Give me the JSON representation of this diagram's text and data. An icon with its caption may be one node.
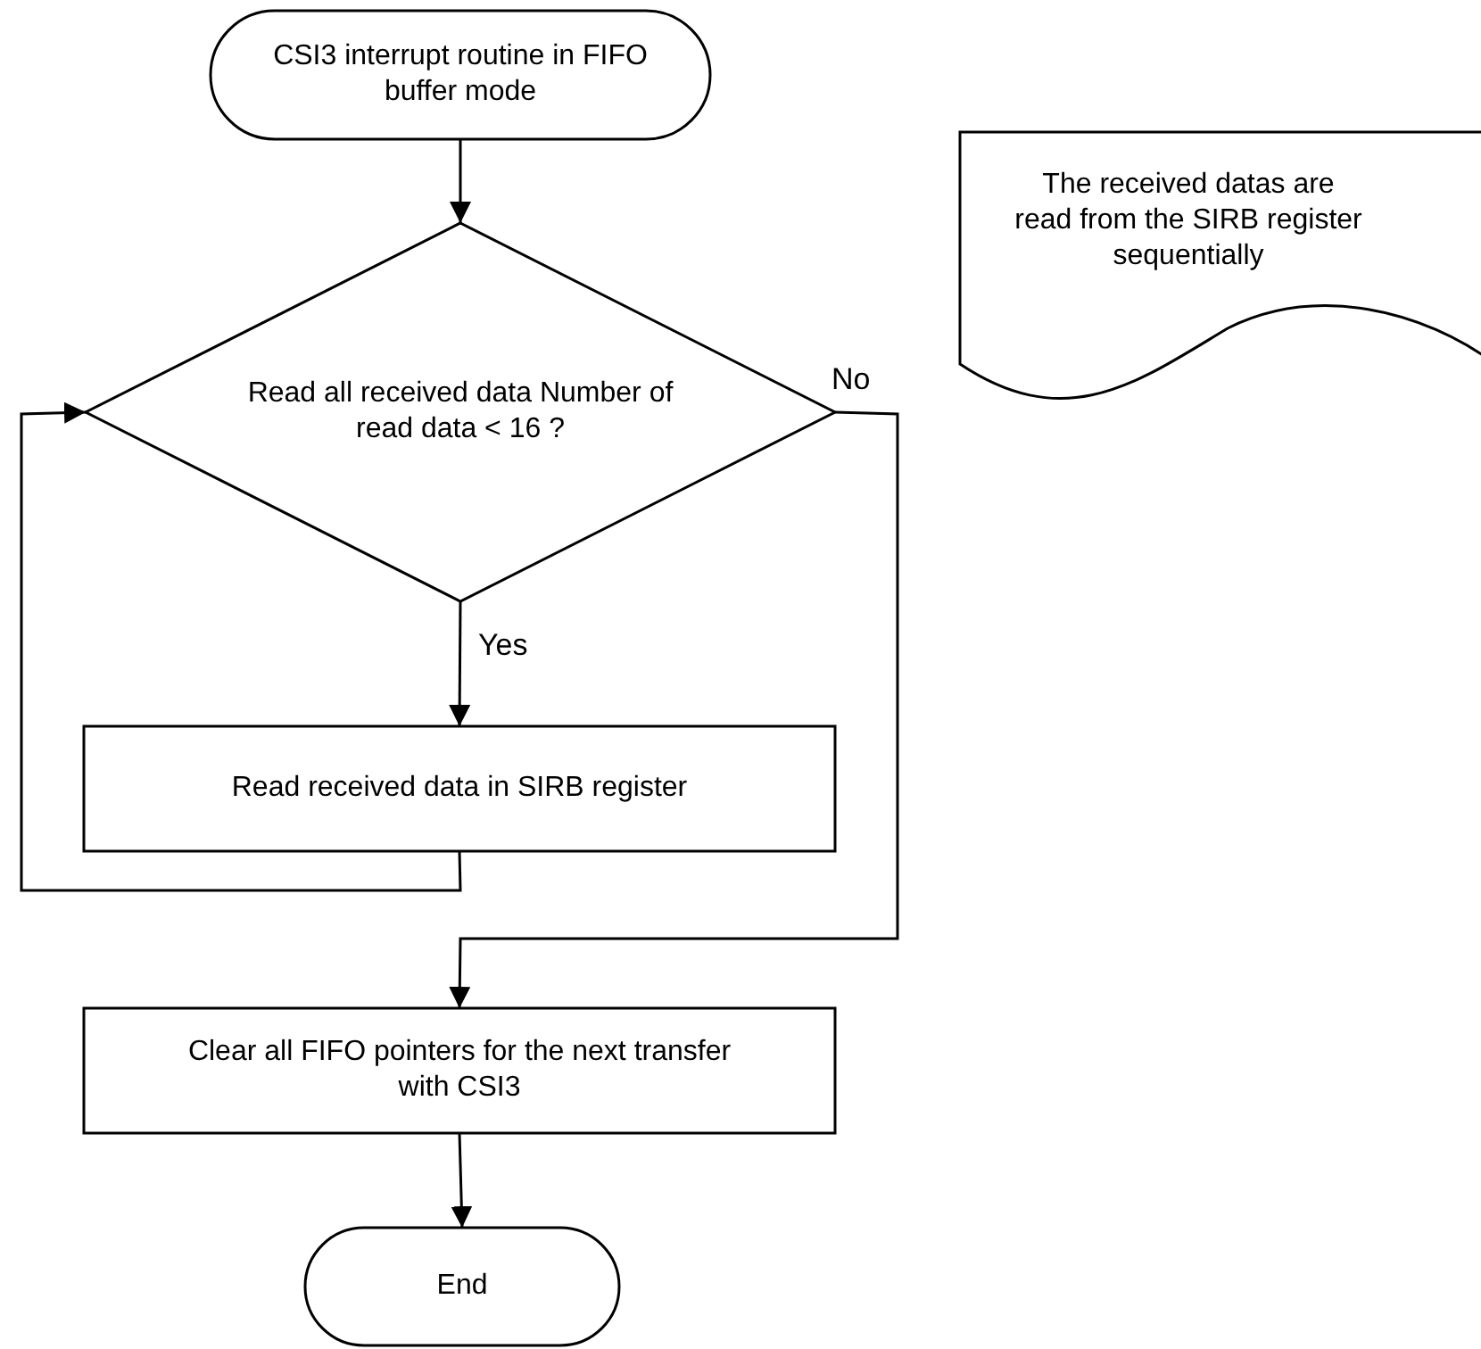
{
  "diagram": {
    "nodes": [
      {
        "text": [
          "CSI3 interrupt routine in FIFO buffer mode"
        ]
      },
      {
        "text": [
          "Read all received data Number of  read data < 16 ?"
        ]
      },
      {
        "text": [
          "Read received data in SIRB register"
        ]
      },
      {
        "text": [
          "Clear all FIFO pointers for the next transfer with CSI3"
        ]
      },
      {
        "text": [
          "End"
        ]
      },
      {
        "text": [
          "The received datas are read from the SIRB register sequentially"
        ]
      }
    ],
    "edges": [
      {
        "from": 0,
        "to": 1,
        "arrow": "to"
      },
      {
        "from": 1,
        "to": 2,
        "arrow": "to",
        "label": "Yes"
      },
      {
        "from": 2,
        "to": 1,
        "arrow": "to"
      },
      {
        "from": 1,
        "to": 3,
        "arrow": "to",
        "label": "No"
      },
      {
        "from": 3,
        "to": 4,
        "arrow": "to"
      }
    ]
  }
}
